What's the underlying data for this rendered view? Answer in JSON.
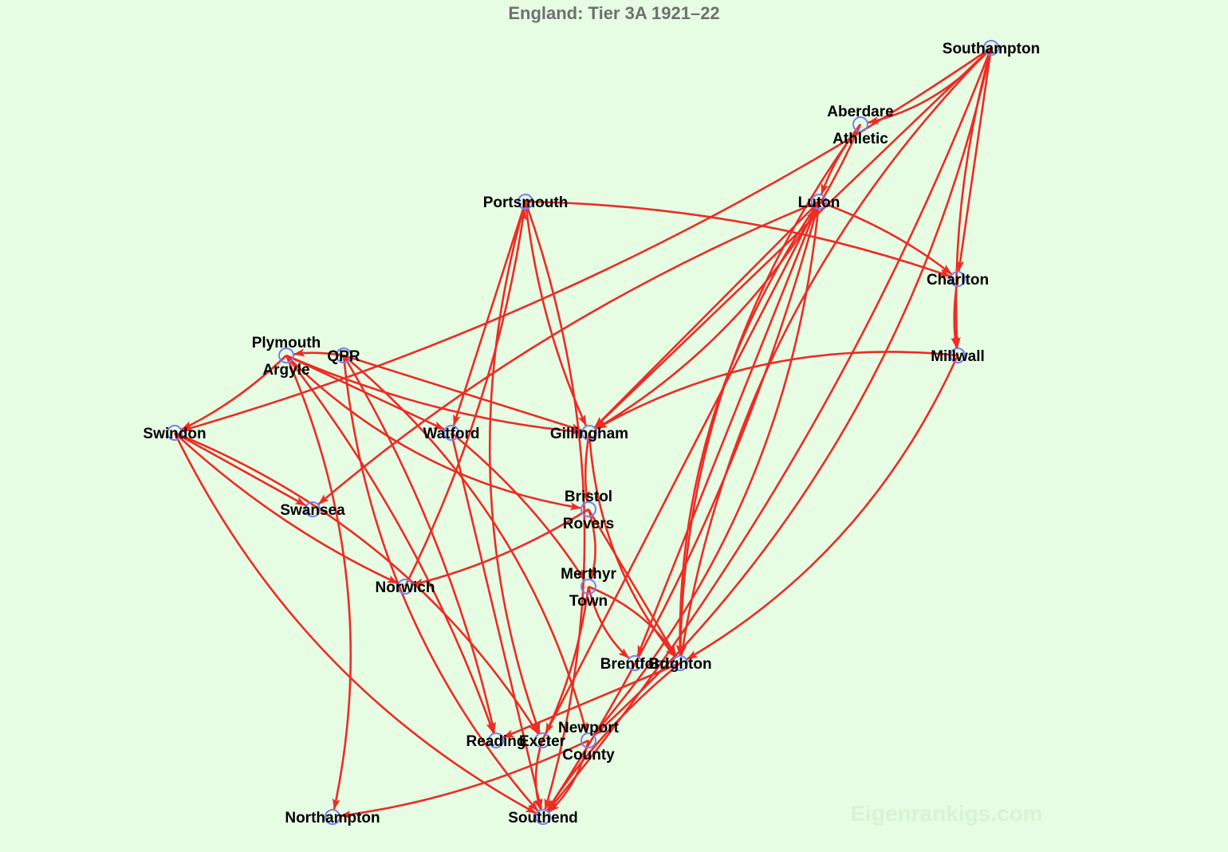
{
  "title": "England: Tier 3A 1921–22",
  "watermark": "Eigenrankigs.com",
  "colors": {
    "background": "#e6fde4",
    "edge": "#ee2b24",
    "node_stroke": "#7b7ff0",
    "node_fill": "#e6fde4",
    "title": "#707070"
  },
  "nodes": [
    {
      "id": "southampton",
      "lines": [
        "Southampton"
      ]
    },
    {
      "id": "aberdare",
      "lines": [
        "Aberdare",
        "Athletic"
      ]
    },
    {
      "id": "portsmouth",
      "lines": [
        "Portsmouth"
      ]
    },
    {
      "id": "luton",
      "lines": [
        "Luton"
      ]
    },
    {
      "id": "charlton",
      "lines": [
        "Charlton"
      ]
    },
    {
      "id": "millwall",
      "lines": [
        "Millwall"
      ]
    },
    {
      "id": "plymouth",
      "lines": [
        "Plymouth",
        "Argyle"
      ]
    },
    {
      "id": "qpr",
      "lines": [
        "QPR"
      ]
    },
    {
      "id": "swindon",
      "lines": [
        "Swindon"
      ]
    },
    {
      "id": "watford",
      "lines": [
        "Watford"
      ]
    },
    {
      "id": "gillingham",
      "lines": [
        "Gillingham"
      ]
    },
    {
      "id": "swansea",
      "lines": [
        "Swansea"
      ]
    },
    {
      "id": "bristol",
      "lines": [
        "Bristol",
        "Rovers"
      ]
    },
    {
      "id": "norwich",
      "lines": [
        "Norwich"
      ]
    },
    {
      "id": "merthyr",
      "lines": [
        "Merthyr",
        "Town"
      ]
    },
    {
      "id": "brentford",
      "lines": [
        "Brentford"
      ]
    },
    {
      "id": "brighton",
      "lines": [
        "Brighton"
      ]
    },
    {
      "id": "reading",
      "lines": [
        "Reading"
      ]
    },
    {
      "id": "exeter",
      "lines": [
        "Exeter"
      ]
    },
    {
      "id": "newport",
      "lines": [
        "Newport",
        "County"
      ]
    },
    {
      "id": "northampton",
      "lines": [
        "Northampton"
      ]
    },
    {
      "id": "southend",
      "lines": [
        "Southend"
      ]
    }
  ],
  "edges": [
    [
      "southampton",
      "aberdare"
    ],
    [
      "southampton",
      "swindon"
    ],
    [
      "southampton",
      "charlton"
    ],
    [
      "southampton",
      "millwall"
    ],
    [
      "southampton",
      "brighton"
    ],
    [
      "southampton",
      "newport"
    ],
    [
      "southampton",
      "southend"
    ],
    [
      "southampton",
      "gillingham"
    ],
    [
      "aberdare",
      "luton"
    ],
    [
      "aberdare",
      "brighton"
    ],
    [
      "aberdare",
      "gillingham"
    ],
    [
      "portsmouth",
      "charlton"
    ],
    [
      "portsmouth",
      "watford"
    ],
    [
      "portsmouth",
      "gillingham"
    ],
    [
      "portsmouth",
      "exeter"
    ],
    [
      "portsmouth",
      "southend"
    ],
    [
      "luton",
      "charlton"
    ],
    [
      "luton",
      "gillingham"
    ],
    [
      "luton",
      "swansea"
    ],
    [
      "luton",
      "brighton"
    ],
    [
      "luton",
      "newport"
    ],
    [
      "luton",
      "southend"
    ],
    [
      "luton",
      "brentford"
    ],
    [
      "charlton",
      "millwall"
    ],
    [
      "millwall",
      "gillingham"
    ],
    [
      "millwall",
      "brighton"
    ],
    [
      "plymouth",
      "swindon"
    ],
    [
      "plymouth",
      "watford"
    ],
    [
      "plymouth",
      "gillingham"
    ],
    [
      "plymouth",
      "bristol"
    ],
    [
      "plymouth",
      "northampton"
    ],
    [
      "plymouth",
      "reading"
    ],
    [
      "qpr",
      "gillingham"
    ],
    [
      "qpr",
      "plymouth"
    ],
    [
      "qpr",
      "southend"
    ],
    [
      "qpr",
      "newport"
    ],
    [
      "qpr",
      "reading"
    ],
    [
      "swindon",
      "swansea"
    ],
    [
      "swindon",
      "norwich"
    ],
    [
      "swindon",
      "southend"
    ],
    [
      "swindon",
      "exeter"
    ],
    [
      "watford",
      "merthyr"
    ],
    [
      "watford",
      "southend"
    ],
    [
      "gillingham",
      "bristol"
    ],
    [
      "gillingham",
      "brighton"
    ],
    [
      "bristol",
      "merthyr"
    ],
    [
      "bristol",
      "norwich"
    ],
    [
      "bristol",
      "brighton"
    ],
    [
      "norwich",
      "portsmouth"
    ],
    [
      "merthyr",
      "brentford"
    ],
    [
      "merthyr",
      "brighton"
    ],
    [
      "merthyr",
      "exeter"
    ],
    [
      "brighton",
      "reading"
    ],
    [
      "brighton",
      "southend"
    ],
    [
      "exeter",
      "southend"
    ],
    [
      "newport",
      "southend"
    ],
    [
      "newport",
      "northampton"
    ],
    [
      "exeter",
      "luton"
    ]
  ]
}
